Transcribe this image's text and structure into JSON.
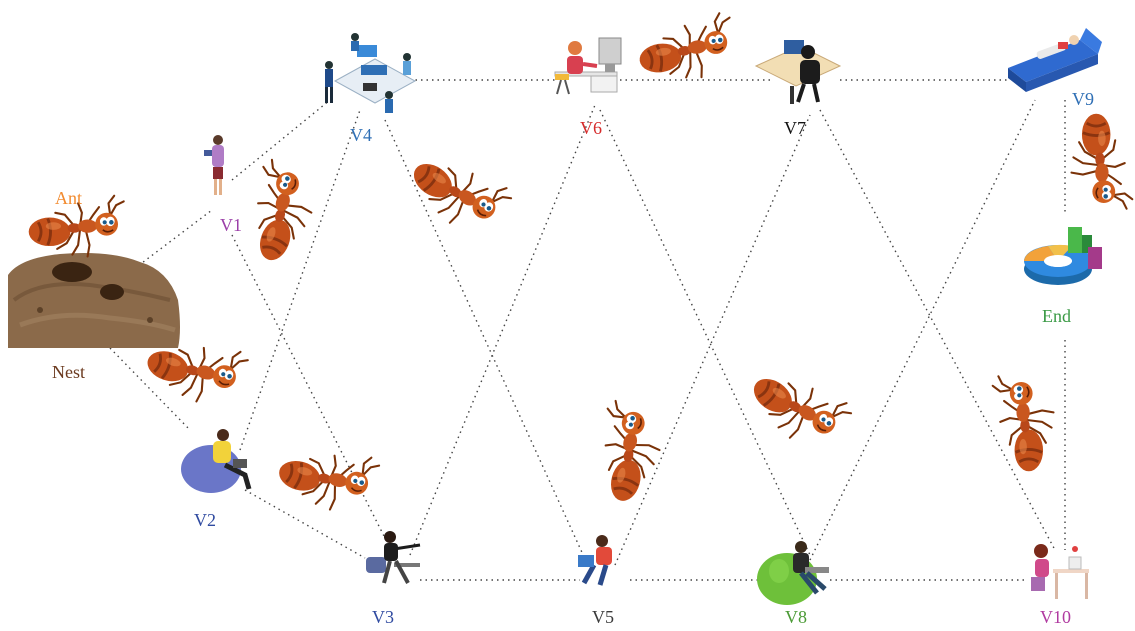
{
  "colors": {
    "ant_label": "#f28a2e",
    "nest_label": "#6b3a1f",
    "v1": "#9b3fa8",
    "v2": "#2f4aa0",
    "v3": "#2f4aa0",
    "v4": "#2f6fb5",
    "v5": "#3a3a3a",
    "v6": "#d62b2b",
    "v7": "#111111",
    "v8": "#4a9a35",
    "v9": "#2f6fb5",
    "v10": "#b03aa0",
    "end": "#3a9a45",
    "edge": "#444444"
  },
  "labels": {
    "ant": "Ant",
    "nest": "Nest",
    "v1": "V1",
    "v2": "V2",
    "v3": "V3",
    "v4": "V4",
    "v5": "V5",
    "v6": "V6",
    "v7": "V7",
    "v8": "V8",
    "v9": "V9",
    "v10": "V10",
    "end": "End"
  },
  "icons": {
    "nest": "ant-nest-icon",
    "v1": "standing-person-tablet-icon",
    "v2": "person-beanbag-laptop-icon",
    "v3": "person-chair-laptop-icon",
    "v4": "team-meeting-table-icon",
    "v5": "person-sitting-laptop-icon",
    "v6": "person-desk-computer-icon",
    "v7": "person-desk-laptop-icon",
    "v8": "person-green-beanbag-laptop-icon",
    "v9": "person-couch-laptop-icon",
    "v10": "person-desk-coffee-icon",
    "end": "donut-chart-icon",
    "ant": "ant-icon"
  }
}
